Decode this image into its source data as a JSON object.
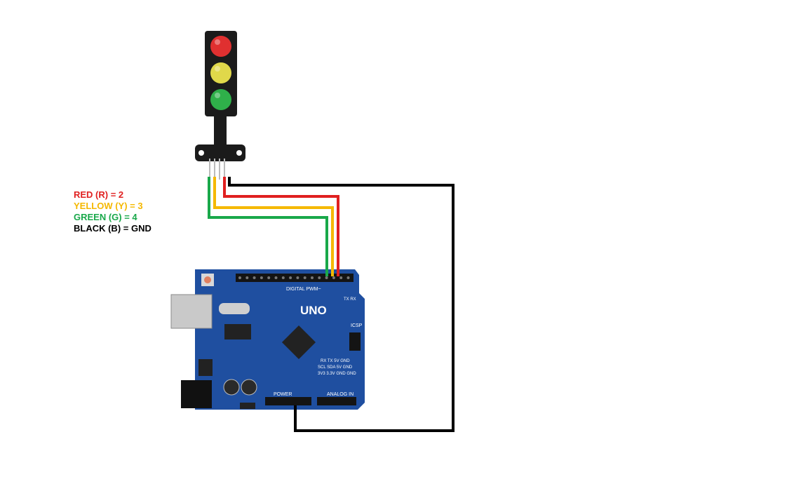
{
  "legend": [
    {
      "text": "RED (R) = 2",
      "color": "#e02020"
    },
    {
      "text": "YELLOW (Y) = 3",
      "color": "#f5b800"
    },
    {
      "text": "GREEN (G) = 4",
      "color": "#19a84a"
    },
    {
      "text": "BLACK (B) = GND",
      "color": "#000000"
    }
  ],
  "board": {
    "name": "UNO",
    "header_digital": "DIGITAL PWM~",
    "header_power": "POWER",
    "header_analog": "ANALOG IN",
    "icsp": "ICSP",
    "tx_rx": "TX RX",
    "pwr_pins": "RX TX 5V GND",
    "pwr_pins2": "SCL SDA 5V GND",
    "pwr_pins3": "3V3 3.3V GND GND"
  },
  "traffic_light": {
    "lamps": [
      {
        "name": "red",
        "color": "#e03030"
      },
      {
        "name": "yellow",
        "color": "#e0d84a"
      },
      {
        "name": "green",
        "color": "#2fb04a"
      }
    ]
  },
  "wires": [
    {
      "name": "red",
      "color": "#e02020"
    },
    {
      "name": "yellow",
      "color": "#f5b800"
    },
    {
      "name": "green",
      "color": "#19a84a"
    },
    {
      "name": "black",
      "color": "#000000"
    }
  ]
}
